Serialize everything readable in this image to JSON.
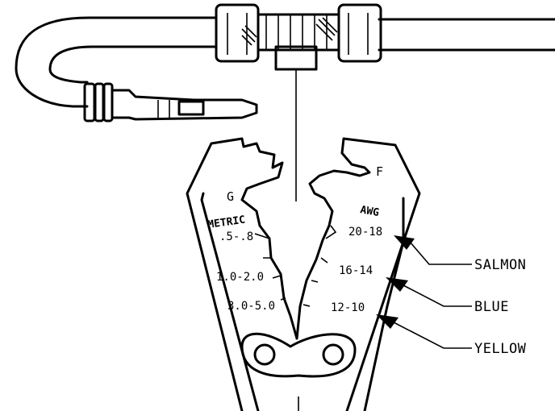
{
  "labels": {
    "g": "G",
    "f": "F",
    "metric": "METRIC",
    "awg": "AWG",
    "metric_sizes": [
      ".5-.8",
      "1.0-2.0",
      "3.0-5.0"
    ],
    "awg_sizes": [
      "20-18",
      "16-14",
      "12-10"
    ]
  },
  "callouts": [
    {
      "label": "SALMON"
    },
    {
      "label": "BLUE"
    },
    {
      "label": "YELLOW"
    }
  ]
}
